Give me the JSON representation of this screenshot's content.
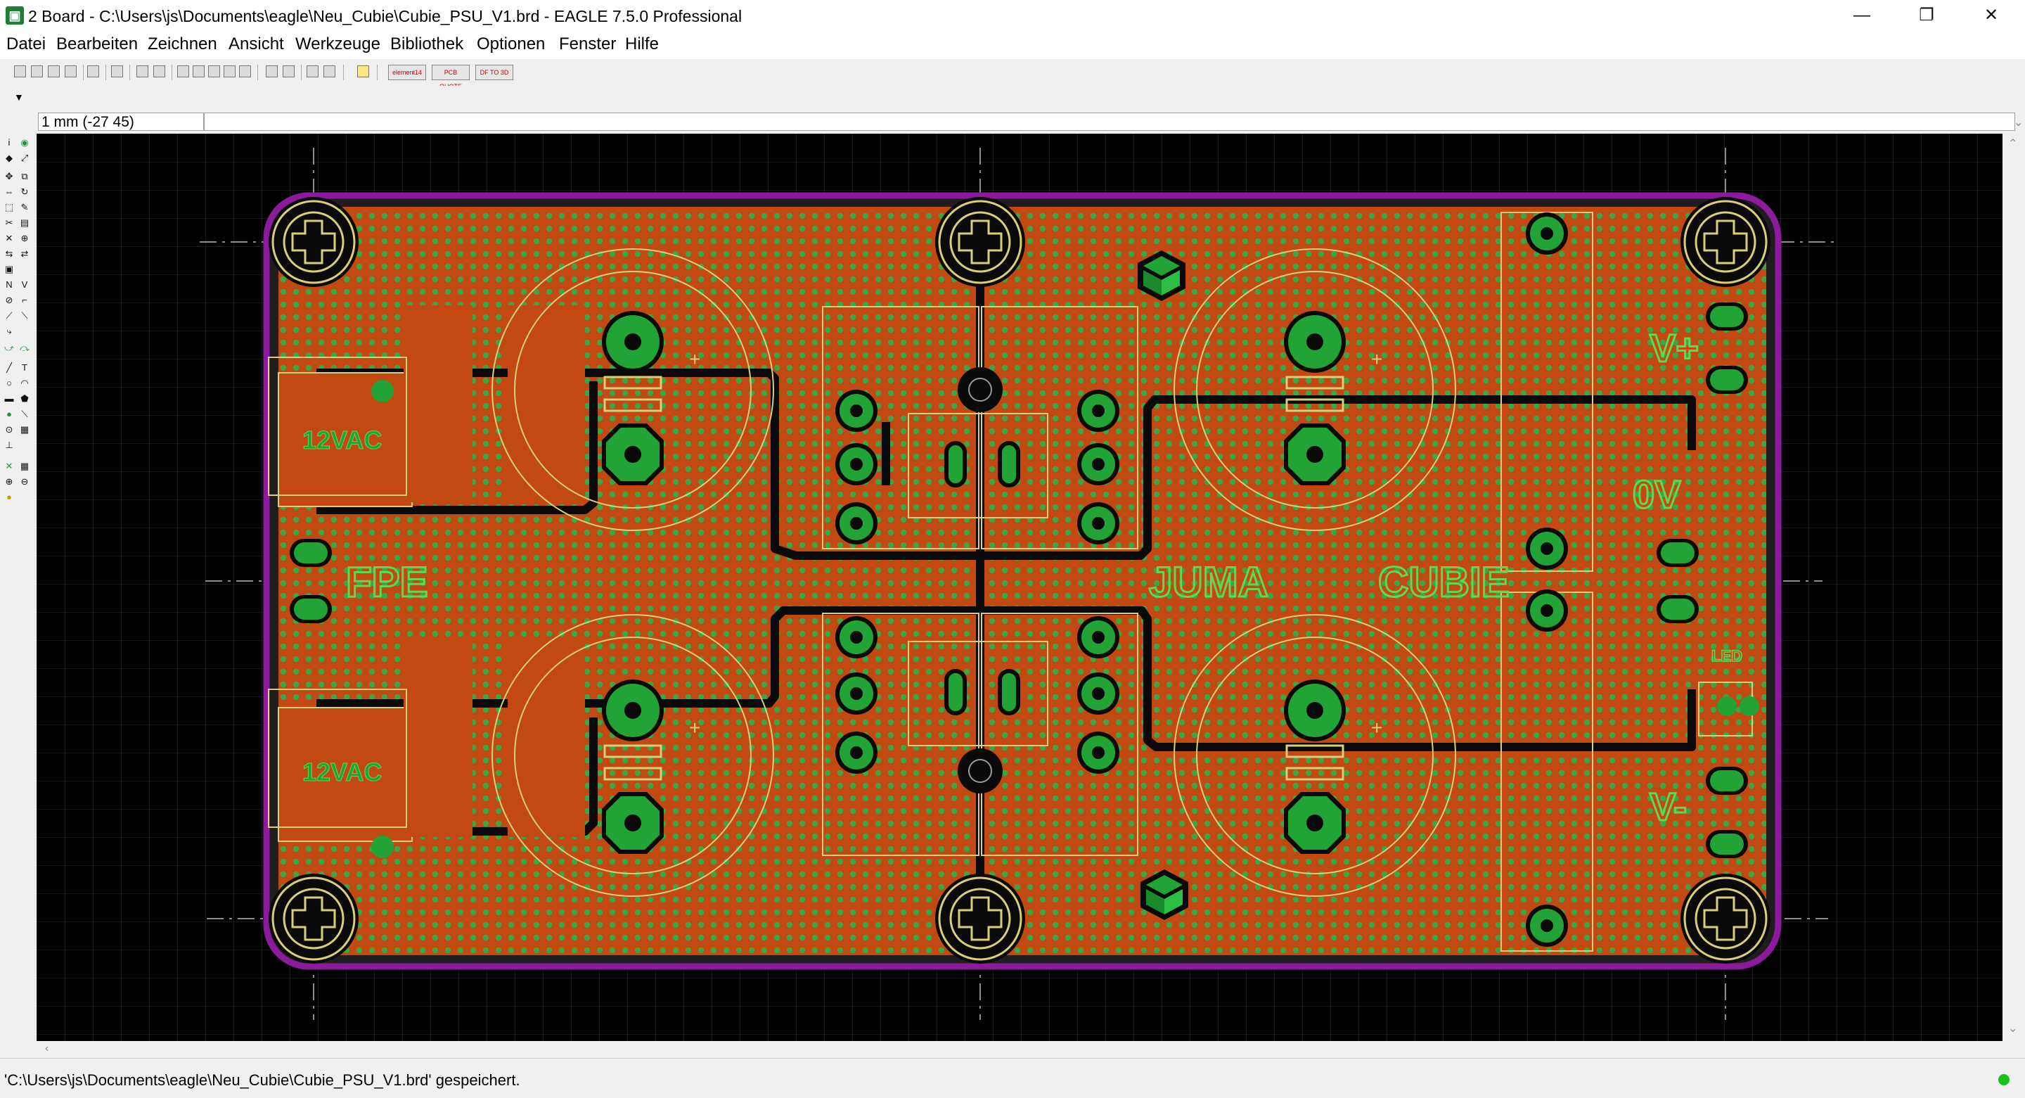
{
  "window": {
    "app_icon": "eagle-board-icon",
    "title": "2 Board - C:\\Users\\js\\Documents\\eagle\\Neu_Cubie\\Cubie_PSU_V1.brd - EAGLE 7.5.0 Professional",
    "minimize": "—",
    "restore": "❐",
    "close": "✕"
  },
  "menu": [
    "Datei",
    "Bearbeiten",
    "Zeichnen",
    "Ansicht",
    "Werkzeuge",
    "Bibliothek",
    "Optionen",
    "Fenster",
    "Hilfe"
  ],
  "toolbar": {
    "buttons": [
      "open-icon",
      "save-icon",
      "print-icon",
      "cam-icon",
      "script-icon",
      "run-ulp-icon",
      "zoom-fit-icon",
      "zoom-in-icon",
      "zoom-out-icon",
      "zoom-redraw-icon",
      "zoom-select-icon",
      "undo-icon",
      "redo-icon",
      "stop-icon",
      "go-icon",
      "help-icon"
    ],
    "wide_buttons": [
      "element14",
      "PCB QUOTE",
      "DF TO 3D"
    ]
  },
  "command": {
    "coordinate": "1 mm (-27 45)",
    "input": ""
  },
  "sidebar": {
    "tools": [
      "info",
      "show",
      "display",
      "mark",
      "move",
      "copy",
      "mirror",
      "rotate",
      "group",
      "change",
      "cut",
      "paste",
      "delete",
      "add",
      "pinswap",
      "replace",
      "name",
      "value",
      "smash",
      "miter",
      "split",
      "optimize",
      "route",
      "ripup",
      "wire",
      "text",
      "circle",
      "arc",
      "rect",
      "polygon",
      "via",
      "signal",
      "hole",
      "attribute",
      "dimension",
      "ratsnest",
      "auto",
      "drc",
      "errors"
    ]
  },
  "board": {
    "silk_labels": {
      "vac_top": "12VAC",
      "vac_bottom": "12VAC",
      "fpe": "FPE",
      "juma": "JUMA",
      "cubie": "CUBIE",
      "vplus": "V+",
      "zero_v": "0V",
      "vminus": "V-",
      "led": "LED",
      "cap_plus": "+"
    },
    "colors": {
      "background": "#000000",
      "copper_pour": "#c24a12",
      "board_outline": "#8b1a9c",
      "pads": "#22a336",
      "silkscreen": "#d8cf7a",
      "vias": "#29b24a",
      "grid": "#3a3a3a"
    }
  },
  "status": {
    "message": "'C:\\Users\\js\\Documents\\eagle\\Neu_Cubie\\Cubie_PSU_V1.brd' gespeichert."
  }
}
